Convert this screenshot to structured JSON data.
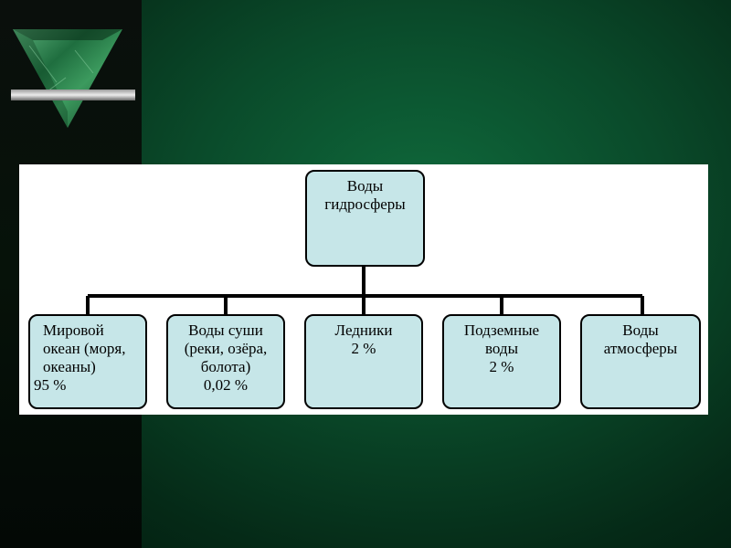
{
  "colors": {
    "background": "#0a4a2a",
    "left_panel": "#06110a",
    "node_fill": "#c6e6e8",
    "node_border": "#000000",
    "connector": "#000000",
    "diagram_background": "#ffffff"
  },
  "logo": {
    "icon": "green-marble-triangle-icon"
  },
  "diagram": {
    "root": {
      "lines": [
        "Воды",
        "гидросферы"
      ]
    },
    "children": [
      {
        "lines": [
          "Мировой",
          "океан (моря,",
          "океаны)",
          "95 %"
        ]
      },
      {
        "lines": [
          "Воды суши",
          "(реки, озёра,",
          "болота)",
          "0,02 %"
        ]
      },
      {
        "lines": [
          "Ледники",
          "2 %"
        ]
      },
      {
        "lines": [
          "Подземные",
          "воды",
          "2 %"
        ]
      },
      {
        "lines": [
          "Воды",
          "атмосферы"
        ]
      }
    ]
  }
}
